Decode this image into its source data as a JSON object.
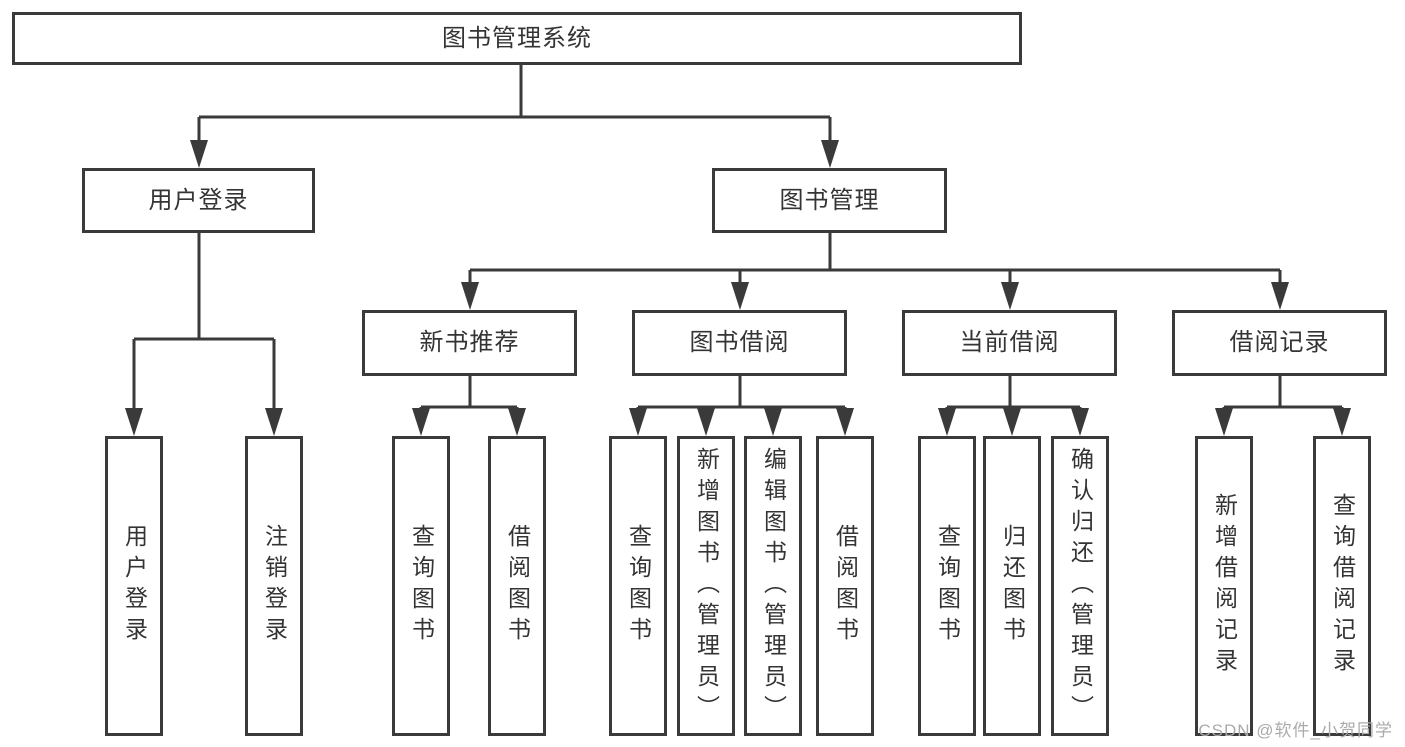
{
  "diagram_type": "hierarchy-tree",
  "colors": {
    "background": "#ffffff",
    "box_fill": "#ffffff",
    "box_border": "#3a3a3a",
    "connector_line": "#3a3a3a",
    "text": "#343434",
    "watermark": "#ababab"
  },
  "tree": {
    "label": "图书管理系统",
    "children": [
      {
        "label": "用户登录",
        "children": [
          {
            "label": "用户登录"
          },
          {
            "label": "注销登录"
          }
        ]
      },
      {
        "label": "图书管理",
        "children": [
          {
            "label": "新书推荐",
            "children": [
              {
                "label": "查询图书"
              },
              {
                "label": "借阅图书"
              }
            ]
          },
          {
            "label": "图书借阅",
            "children": [
              {
                "label": "查询图书"
              },
              {
                "label": "新增图书（管理员）"
              },
              {
                "label": "编辑图书（管理员）"
              },
              {
                "label": "借阅图书"
              }
            ]
          },
          {
            "label": "当前借阅",
            "children": [
              {
                "label": "查询图书"
              },
              {
                "label": "归还图书"
              },
              {
                "label": "确认归还（管理员）"
              }
            ]
          },
          {
            "label": "借阅记录",
            "children": [
              {
                "label": "新增借阅记录"
              },
              {
                "label": "查询借阅记录"
              }
            ]
          }
        ]
      }
    ]
  },
  "watermark": {
    "text": "CSDN @软件_小贺同学"
  }
}
